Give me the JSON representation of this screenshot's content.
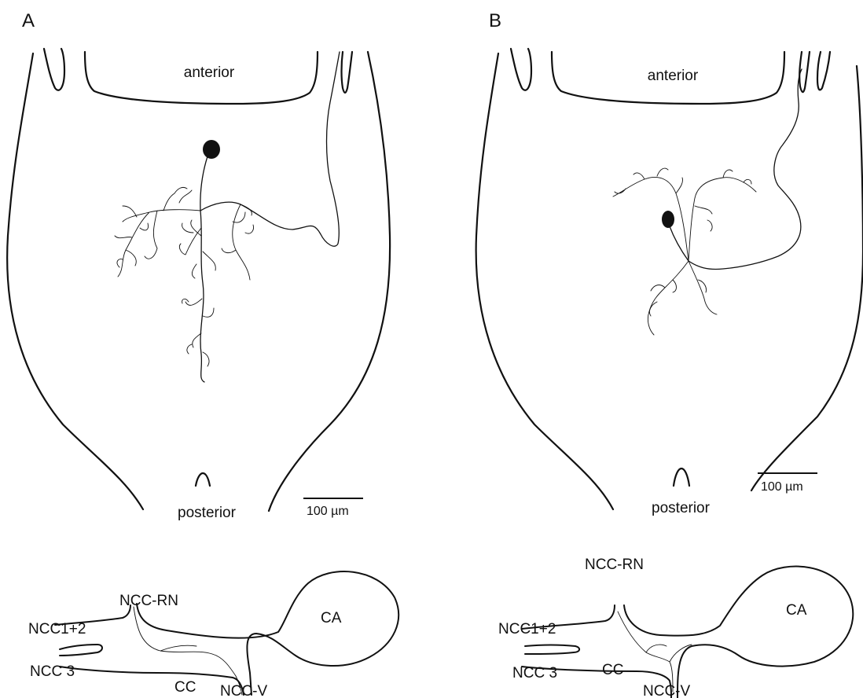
{
  "panels": [
    {
      "letter": "A",
      "anterior": "anterior",
      "posterior": "posterior",
      "scale": "100 µm",
      "nerves": {
        "ncc12": "NCC1+2",
        "nccrn": "NCC-RN",
        "ncc3": "NCC 3",
        "cc": "CC",
        "nccv": "NCC-V",
        "ca": "CA"
      }
    },
    {
      "letter": "B",
      "anterior": "anterior",
      "posterior": "posterior",
      "scale": "100 µm",
      "nerves": {
        "ncc12": "NCC1+2",
        "nccrn": "NCC-RN",
        "ncc3": "NCC 3",
        "cc": "CC",
        "nccv": "NCC-V",
        "ca": "CA"
      }
    }
  ],
  "colors": {
    "ink": "#111111",
    "background": "#ffffff"
  }
}
